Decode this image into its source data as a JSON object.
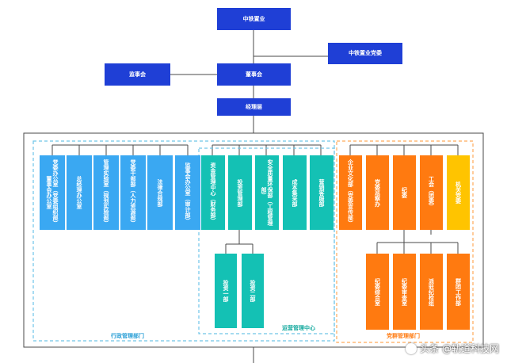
{
  "top": {
    "zhongtie": "中铁置业",
    "jianshihui": "监事会",
    "dongshihui": "董事会",
    "jingliceng": "经理层",
    "dangwei": "中铁置业党委"
  },
  "groups": {
    "admin": "行政管理部门",
    "ops": "运营管理中心",
    "party": "党群管理部门"
  },
  "admin": [
    "党委办公室（党委组织部）董事会办公室",
    "总经理办公室",
    "管理实验室（规划实验部）",
    "党委干部部（人力资源部）",
    "法律合规部",
    "监事会办公室（审计部）"
  ],
  "ops": [
    "资金管理中心（财务部）",
    "投资管理部",
    "安全质量环保部（工程管理部）",
    "成本集采部",
    "营销客服部"
  ],
  "ops_sub": [
    "投资一部",
    "投资二部"
  ],
  "party": [
    "企业文化部（党委宣传部）",
    "党委巡察办",
    "纪委",
    "工会（团委）",
    "机关党委"
  ],
  "party_sub": [
    "纪委综合室",
    "纪委审查室",
    "派驻纪检组",
    "群团工作部"
  ],
  "watermark": "头条 @轨道科技网",
  "colors": {
    "dark": "#1f3fd6",
    "admin": "#3aa8f2",
    "ops": "#14c1b4",
    "party": "#ff7a10",
    "jiguan": "#ffc400"
  }
}
